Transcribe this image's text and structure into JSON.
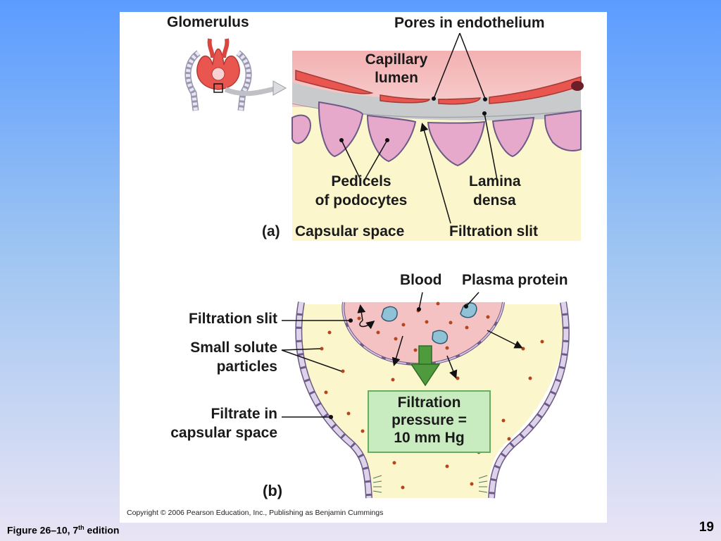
{
  "slide": {
    "page_number": "19",
    "caption_prefix": "Figure 26–10, 7",
    "caption_sup": "th",
    "caption_suffix": " edition"
  },
  "figure": {
    "part_a": {
      "letter": "(a)",
      "glomerulus": "Glomerulus",
      "pores": "Pores in endothelium",
      "capillary_lumen_1": "Capillary",
      "capillary_lumen_2": "lumen",
      "pedicels_1": "Pedicels",
      "pedicels_2": "of podocytes",
      "lamina_1": "Lamina",
      "lamina_2": "densa",
      "capsular_space": "Capsular space",
      "filtration_slit": "Filtration slit"
    },
    "part_b": {
      "letter": "(b)",
      "blood": "Blood",
      "plasma_protein": "Plasma protein",
      "filtration_slit": "Filtration slit",
      "small_solute_1": "Small solute",
      "small_solute_2": "particles",
      "filtrate_1": "Filtrate in",
      "filtrate_2": "capsular space",
      "pressure_1": "Filtration",
      "pressure_2": "pressure =",
      "pressure_3": "10 mm Hg"
    },
    "copyright": "Copyright © 2006 Pearson Education, Inc., Publishing as Benjamin Cummings"
  },
  "colors": {
    "background_top": "#5b9cff",
    "capillary_pink": "#f5c2c4",
    "endothelium_red": "#e8564f",
    "capsular_yellow": "#fbf6cc",
    "podocyte_pink": "#e6a9cc",
    "lamina_gray": "#c8cacc",
    "pressure_box": "#c8ebc0",
    "arrow_green": "#4f9a3c"
  }
}
